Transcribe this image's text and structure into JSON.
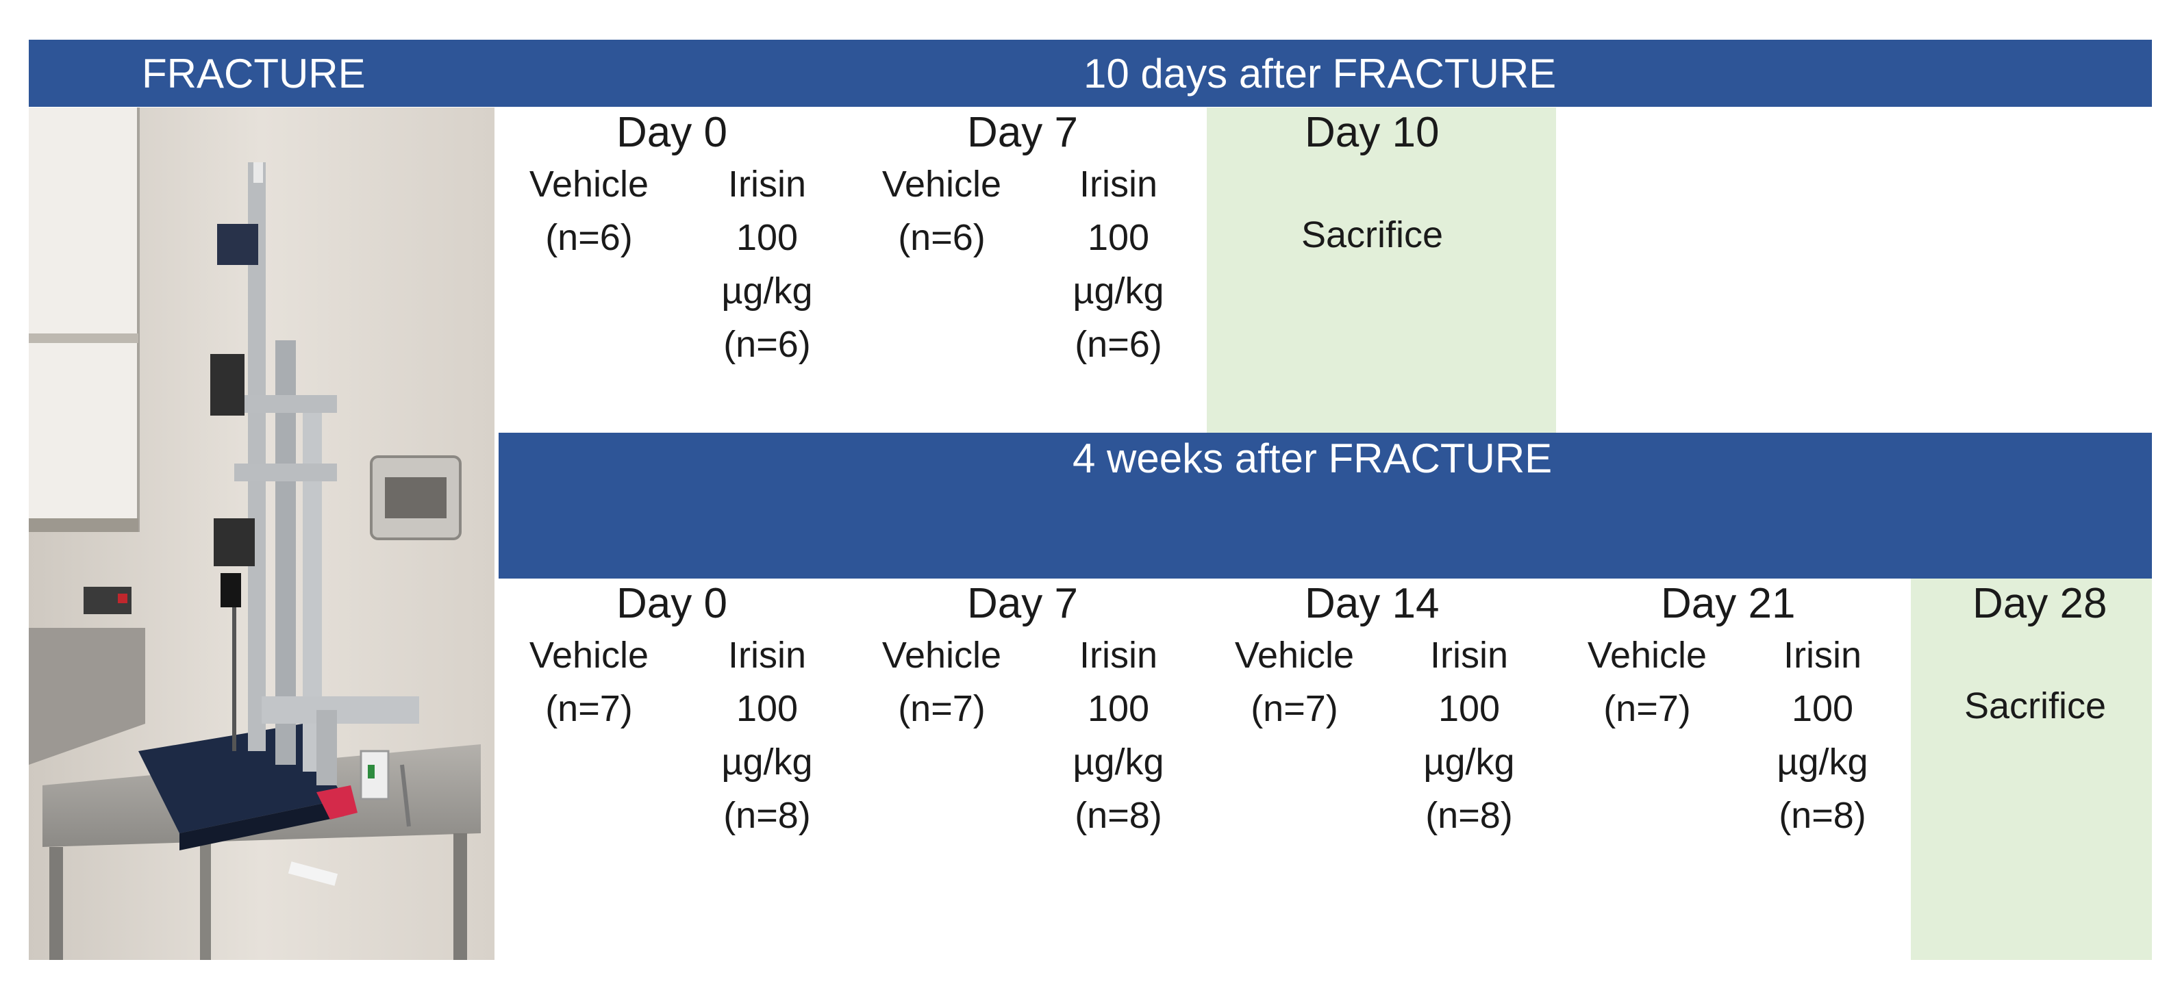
{
  "colors": {
    "header_bar": "#2e5597",
    "sacrifice_fill": "#e2efd9",
    "text": "#1a1a1a"
  },
  "header": {
    "fracture_label": "FRACTURE",
    "title_10d": "10 days after FRACTURE"
  },
  "section_4w": {
    "title": "4 weeks after FRACTURE"
  },
  "photo": {
    "icon": "fracture-device-photo"
  },
  "schedule_10d": {
    "days": [
      {
        "label": "Day 0",
        "vehicle": [
          "Vehicle",
          "(n=6)"
        ],
        "irisin": [
          "Irisin",
          "100",
          "µg/kg",
          "(n=6)"
        ]
      },
      {
        "label": "Day 7",
        "vehicle": [
          "Vehicle",
          "(n=6)"
        ],
        "irisin": [
          "Irisin",
          "100",
          "µg/kg",
          "(n=6)"
        ]
      }
    ],
    "final": {
      "label": "Day 10",
      "text": "Sacrifice"
    }
  },
  "schedule_4w": {
    "days": [
      {
        "label": "Day 0",
        "vehicle": [
          "Vehicle",
          "(n=7)"
        ],
        "irisin": [
          "Irisin",
          "100",
          "µg/kg",
          "(n=8)"
        ]
      },
      {
        "label": "Day 7",
        "vehicle": [
          "Vehicle",
          "(n=7)"
        ],
        "irisin": [
          "Irisin",
          "100",
          "µg/kg",
          "(n=8)"
        ]
      },
      {
        "label": "Day 14",
        "vehicle": [
          "Vehicle",
          "(n=7)"
        ],
        "irisin": [
          "Irisin",
          "100",
          "µg/kg",
          "(n=8)"
        ]
      },
      {
        "label": "Day 21",
        "vehicle": [
          "Vehicle",
          "(n=7)"
        ],
        "irisin": [
          "Irisin",
          "100",
          "µg/kg",
          "(n=8)"
        ]
      }
    ],
    "final": {
      "label": "Day 28",
      "text": "Sacrifice"
    }
  }
}
